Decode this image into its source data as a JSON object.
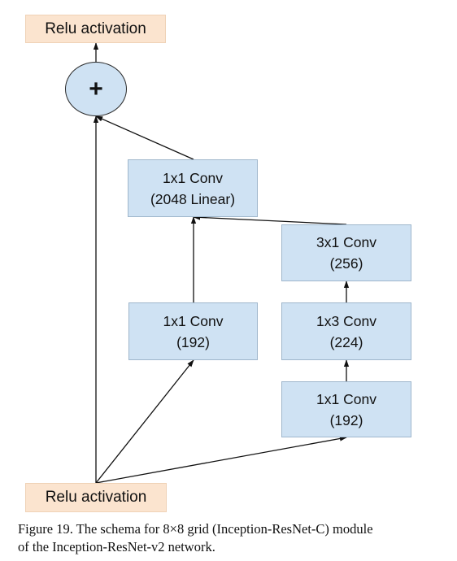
{
  "nodes": {
    "relu_top": {
      "lines": [
        "Relu activation"
      ]
    },
    "add": {
      "symbol": "+"
    },
    "conv_linear": {
      "lines": [
        "1x1 Conv",
        "(2048 Linear)"
      ]
    },
    "conv_3x1": {
      "lines": [
        "3x1 Conv",
        "(256)"
      ]
    },
    "conv_1x1_left": {
      "lines": [
        "1x1 Conv",
        "(192)"
      ]
    },
    "conv_1x3": {
      "lines": [
        "1x3 Conv",
        "(224)"
      ]
    },
    "conv_1x1_right": {
      "lines": [
        "1x1 Conv",
        "(192)"
      ]
    },
    "relu_bottom": {
      "lines": [
        "Relu activation"
      ]
    }
  },
  "caption": {
    "lines": [
      "Figure 19. The schema for 8×8 grid (Inception-ResNet-C) module",
      "of the Inception-ResNet-v2 network."
    ]
  },
  "colors": {
    "relu_fill": "#fbe4cf",
    "conv_fill": "#cfe2f3",
    "add_fill": "#cfe2f3",
    "edge": "#111111"
  }
}
